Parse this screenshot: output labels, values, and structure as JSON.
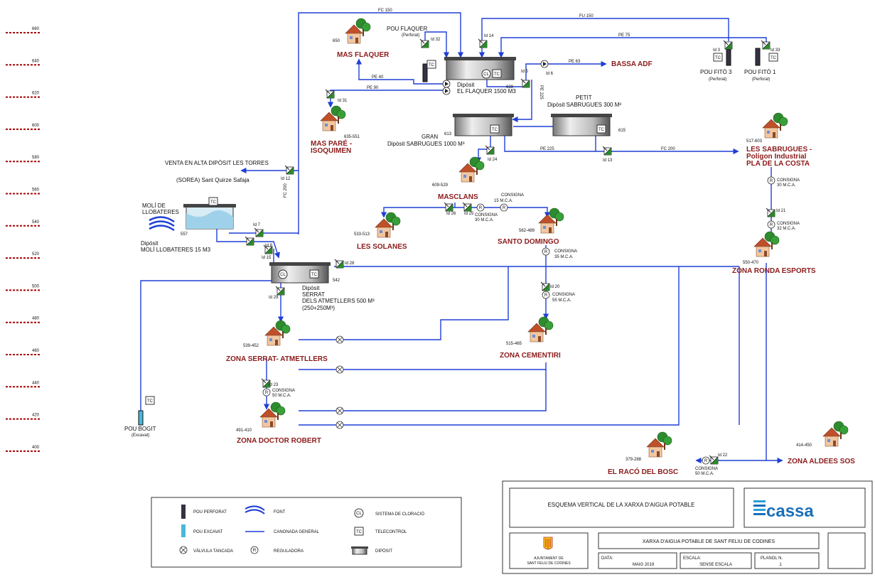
{
  "scale": [
    "660",
    "640",
    "620",
    "600",
    "580",
    "560",
    "540",
    "520",
    "500",
    "480",
    "460",
    "440",
    "420",
    "400"
  ],
  "pipes": {
    "fc150_top": "FC 150",
    "fu150": "FU 150",
    "pe75": "PE 75",
    "pe40": "PE 40",
    "pe90": "PE 90",
    "pe63": "PE 63",
    "pe225_v": "PE 225",
    "pe225_h": "PE 225",
    "fc200_h": "FC 200",
    "fc200_v": "FC 200"
  },
  "wells": {
    "flaquer": {
      "name": "POU FLAQUER",
      "sub": "(Perforat)"
    },
    "fito3": {
      "name": "POU FITÓ 3",
      "sub": "(Perforat)"
    },
    "fito1": {
      "name": "POU FITÓ 1",
      "sub": "(Perforat)"
    },
    "bogit": {
      "name": "POU BOGIT",
      "sub": "(Excavat)"
    }
  },
  "valves": {
    "id32": "Id 32",
    "id14": "Id 14",
    "id3": "Id 3",
    "id33": "Id 33",
    "id5": "Id 5",
    "id6": "Id 6",
    "id31": "Id 31",
    "id24": "Id 24",
    "id13": "Id 13",
    "id12": "Id 12",
    "id7": "Id 7",
    "id8": "Id 8",
    "id15": "Id 15",
    "id26": "Id 26",
    "id25": "Id 25",
    "id28": "Id 28",
    "id29": "Id 29",
    "id20": "Id 20",
    "id21": "Id 21",
    "id23": "Id 23",
    "id22": "Id 22"
  },
  "deposits": {
    "flaquer": {
      "l1": "Dipòsit",
      "l2": "EL FLAQUER 1500 M3",
      "level": "639"
    },
    "petit": {
      "l1": "PETIT",
      "l2": "Dipòsit SABRUGUES  300 M³",
      "level": "615"
    },
    "gran": {
      "l1": "GRAN",
      "l2": "Dipòsit SABRUGUES  1000 M³",
      "level": "613"
    },
    "moli": {
      "l1": "Dipòsit",
      "l2": "MOLÍ LLOBATERES 15 M3",
      "level": "557"
    },
    "serrat": {
      "l1": "Dipòsit",
      "l2": "SERRAT",
      "l3": "DELS ATMETLLERS 500 M³",
      "l4": "(250+250M³)",
      "level": "542"
    }
  },
  "zones": {
    "mas_flaquer": {
      "name": "MAS FLAQUER",
      "range": "650"
    },
    "mas_pare": {
      "name1": "MAS PARÉ -",
      "name2": "ISOQUIMEN",
      "range": "635-551"
    },
    "masclans": {
      "name": "MASCLANS",
      "range": "609-529"
    },
    "les_solanes": {
      "name": "LES SOLANES",
      "range": "533-513"
    },
    "santo_domingo": {
      "name": "SANTO DOMINGO",
      "range": "562-489"
    },
    "sabrugues": {
      "name1": "LES SABRUGUES -",
      "name2": "Polígon Industrial",
      "name3": "PLA DE LA COSTA",
      "range": "517-603"
    },
    "ronda": {
      "name": "ZONA RONDA ESPORTS",
      "range": "550-470"
    },
    "serrat_atm": {
      "name": "ZONA SERRAT- ATMETLLERS",
      "range": "539-452"
    },
    "cementiri": {
      "name": "ZONA CEMENTIRI",
      "range": "515-465"
    },
    "doctor": {
      "name": "ZONA DOCTOR ROBERT",
      "range": "491-410"
    },
    "raco": {
      "name": "EL RACÓ DEL BOSC",
      "range": "379-288"
    },
    "aldees": {
      "name": "ZONA ALDEES SOS",
      "range": "414-450"
    }
  },
  "misc": {
    "bassa": "BASSA ADF",
    "venta1": "VENTA EN ALTA DIPÒSIT LES TORRES",
    "venta2": "(SOREA) Sant Quirze Safaja",
    "moli_font1": "MOLÍ DE",
    "moli_font2": "LLOBATERES",
    "tc": "TC",
    "cl": "CL",
    "r": "R"
  },
  "consignes": {
    "c15": [
      "CONSIGNA",
      "15 M.C.A."
    ],
    "c30a": [
      "CONSIGNA",
      "30 M.C.A."
    ],
    "c35": [
      "CONSIGNA",
      "35 M.C.A."
    ],
    "c55": [
      "CONSIGNA",
      "55 M.C.A."
    ],
    "c30b": [
      "CONSIGNA",
      "30 M.C.A."
    ],
    "c32": [
      "CONSIGNA",
      "32 M.C.A."
    ],
    "c50a": [
      "CONSIGNA",
      "50 M.C.A."
    ],
    "c50b": [
      "CONSIGNA",
      "50 M.C.A."
    ]
  },
  "legend": {
    "pou_perforat": "POU PERFORAT",
    "pou_excavat": "POU EXCAVAT",
    "valvula": "VÀLVULA TANCADA",
    "font": "FONT",
    "canonada": "CANONADA GENERAL",
    "reguladora": "REGULADORA",
    "cloracio": "SISTEMA DE CLORACIÓ",
    "telecontrol": "TELECONTROL",
    "diposit": "DIPÒSIT"
  },
  "titleblock": {
    "title": "ESQUEMA VERTICAL DE LA XARXA D'AIGUA POTABLE",
    "brand": "cassa",
    "subtitle": "XARXA D'AIGUA POTABLE DE SANT FELIU DE CODINES",
    "ajuntament1": "AJUNTAMENT DE",
    "ajuntament2": "SANT FELIU DE CODINES",
    "data_label": "DATA:",
    "data_value": "MAIG 2019",
    "escala_label": "ESCALA:",
    "escala_value": "SENSE ESCALA",
    "planol_label": "PLANOL N.",
    "planol_value": "1"
  }
}
